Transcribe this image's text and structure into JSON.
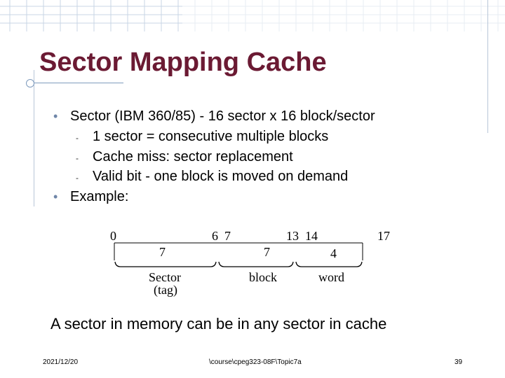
{
  "slide": {
    "title": "Sector Mapping Cache",
    "bullets": [
      {
        "text": "Sector (IBM 360/85) - 16 sector x 16 block/sector",
        "level": 1
      },
      {
        "text": "1 sector = consecutive multiple blocks",
        "level": 2
      },
      {
        "text": "Cache miss: sector replacement",
        "level": 2
      },
      {
        "text": "Valid bit - one block is moved on demand",
        "level": 2
      },
      {
        "text": "Example:",
        "level": 1
      }
    ],
    "bullet_symbol": "•",
    "sub_bullet_symbol": "-",
    "diagram": {
      "bit_labels": [
        "0",
        "6  7",
        "13  14",
        "17"
      ],
      "field_widths": [
        "7",
        "7",
        "4"
      ],
      "field_names": [
        "Sector",
        "(tag)",
        "block",
        "word"
      ]
    },
    "caption": "A sector in memory can be in any sector in cache",
    "footer": {
      "date": "2021/12/20",
      "path": "\\course\\cpeg323-08F\\Topic7a",
      "page": "39"
    }
  }
}
